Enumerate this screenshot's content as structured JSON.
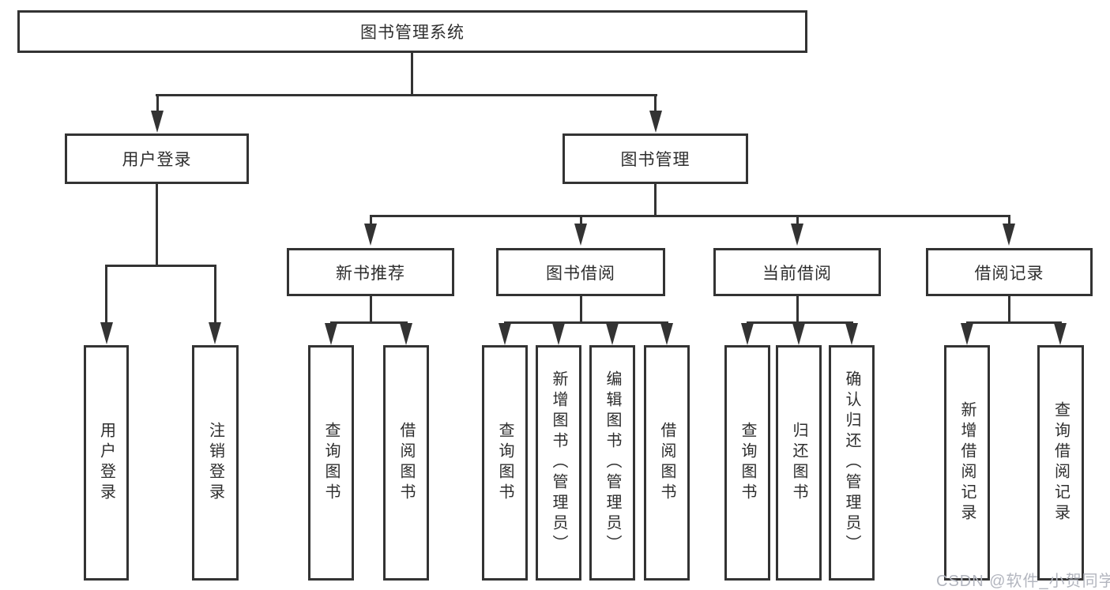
{
  "diagram": {
    "root": {
      "label": "图书管理系统"
    },
    "branches": [
      {
        "label": "用户登录",
        "children": [
          {
            "label": "用户登录"
          },
          {
            "label": "注销登录"
          }
        ]
      },
      {
        "label": "图书管理",
        "children": [
          {
            "label": "新书推荐",
            "children": [
              {
                "label": "查询图书"
              },
              {
                "label": "借阅图书"
              }
            ]
          },
          {
            "label": "图书借阅",
            "children": [
              {
                "label": "查询图书"
              },
              {
                "label": "新增图书（管理员）"
              },
              {
                "label": "编辑图书（管理员）"
              },
              {
                "label": "借阅图书"
              }
            ]
          },
          {
            "label": "当前借阅",
            "children": [
              {
                "label": "查询图书"
              },
              {
                "label": "归还图书"
              },
              {
                "label": "确认归还（管理员）"
              }
            ]
          },
          {
            "label": "借阅记录",
            "children": [
              {
                "label": "新增借阅记录"
              },
              {
                "label": "查询借阅记录"
              }
            ]
          }
        ]
      }
    ]
  },
  "watermark": {
    "text": "CSDN @软件_小贺同学"
  },
  "colors": {
    "line": "#333333",
    "background": "#ffffff",
    "node_text": "#2e2e2e",
    "watermark_text": "#b3b6bf"
  }
}
